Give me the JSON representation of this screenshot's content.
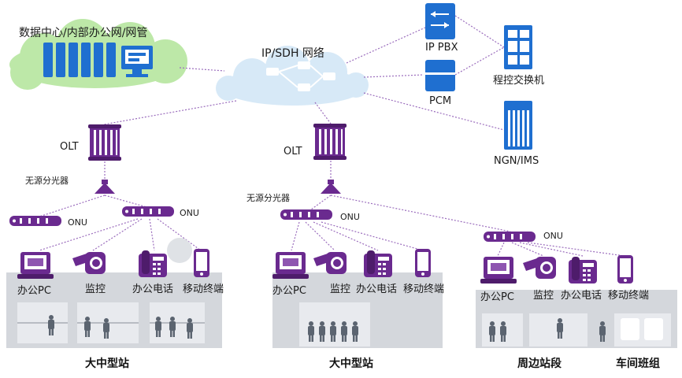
{
  "colors": {
    "purple": "#6a2a8f",
    "purple_light": "#8e55b0",
    "blue": "#1f6fd0",
    "cloud_green": "#bde8a8",
    "cloud_blue": "#d7e9f7",
    "grey_scene": "#d4d7dc",
    "link": "#9b6dbd"
  },
  "datacenter": {
    "label": "数据中心/内部办公网/网管"
  },
  "core": {
    "label": "IP/SDH 网络"
  },
  "ippbx": {
    "label": "IP PBX"
  },
  "pcm": {
    "label": "PCM"
  },
  "switch": {
    "label": "程控交换机"
  },
  "ngn": {
    "label": "NGN/IMS"
  },
  "left": {
    "olt_label": "OLT",
    "splitter_label": "无源分光器",
    "onu_a_label": "ONU",
    "onu_b_label": "ONU",
    "devices": [
      "办公PC",
      "监控",
      "办公电话",
      "移动终端"
    ],
    "site_label": "大中型站"
  },
  "middle": {
    "olt_label": "OLT",
    "splitter_label": "无源分光器",
    "onu_a_label": "ONU",
    "devices": [
      "办公PC",
      "监控",
      "办公电话",
      "移动终端"
    ],
    "site_label": "大中型站"
  },
  "right": {
    "onu_label": "ONU",
    "devices": [
      "办公PC",
      "监控",
      "办公电话",
      "移动终端"
    ],
    "site_label_a": "周边站段",
    "site_label_b": "车间班组"
  }
}
